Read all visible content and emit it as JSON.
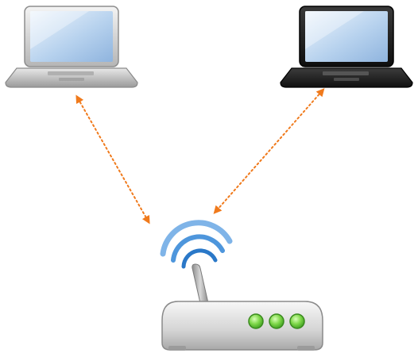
{
  "diagram": {
    "nodes": [
      {
        "id": "laptop-silver",
        "icon": "laptop-icon",
        "color": "#c8c8c8"
      },
      {
        "id": "laptop-black",
        "icon": "laptop-icon",
        "color": "#1e1e1e"
      },
      {
        "id": "wireless-router",
        "icon": "router-icon",
        "color": "#d9d9d9"
      }
    ],
    "connections": [
      {
        "from": "laptop-silver",
        "to": "wireless-router",
        "style": "dotted",
        "arrows": "both",
        "color": "#f07a1c"
      },
      {
        "from": "laptop-black",
        "to": "wireless-router",
        "style": "dotted",
        "arrows": "both",
        "color": "#f07a1c"
      }
    ],
    "signal_waves": {
      "icon": "wifi-signal-icon",
      "color": "#4e96dc",
      "count": 3
    },
    "router_lights": {
      "count": 3,
      "color": "#6ccc3a"
    }
  }
}
